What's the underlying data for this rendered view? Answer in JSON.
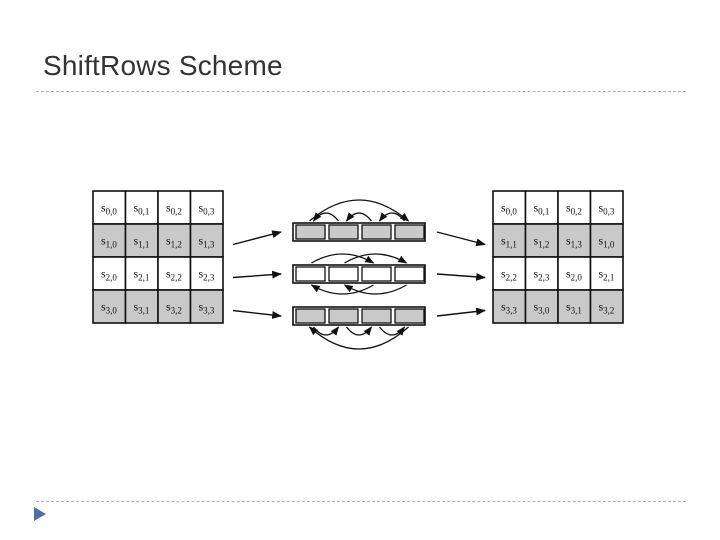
{
  "slide": {
    "title": "ShiftRows Scheme",
    "colors": {
      "title": "#333333",
      "rule": "#b3b3b3",
      "bullet": "#4f6fa8",
      "cell_shaded": "#c9c9c9",
      "cell_plain": "#ffffff",
      "stroke": "#111111"
    },
    "bullet_icon": "triangle-right-icon"
  },
  "diagram": {
    "input_state": {
      "rows": [
        [
          {
            "s": "s",
            "sub": "0,0"
          },
          {
            "s": "s",
            "sub": "0,1"
          },
          {
            "s": "s",
            "sub": "0,2"
          },
          {
            "s": "s",
            "sub": "0,3"
          }
        ],
        [
          {
            "s": "s",
            "sub": "1,0"
          },
          {
            "s": "s",
            "sub": "1,1"
          },
          {
            "s": "s",
            "sub": "1,2"
          },
          {
            "s": "s",
            "sub": "1,3"
          }
        ],
        [
          {
            "s": "s",
            "sub": "2,0"
          },
          {
            "s": "s",
            "sub": "2,1"
          },
          {
            "s": "s",
            "sub": "2,2"
          },
          {
            "s": "s",
            "sub": "2,3"
          }
        ],
        [
          {
            "s": "s",
            "sub": "3,0"
          },
          {
            "s": "s",
            "sub": "3,1"
          },
          {
            "s": "s",
            "sub": "3,2"
          },
          {
            "s": "s",
            "sub": "3,3"
          }
        ]
      ],
      "shaded_rows": [
        1,
        3
      ]
    },
    "output_state": {
      "rows": [
        [
          {
            "s": "s",
            "sub": "0,0"
          },
          {
            "s": "s",
            "sub": "0,1"
          },
          {
            "s": "s",
            "sub": "0,2"
          },
          {
            "s": "s",
            "sub": "0,3"
          }
        ],
        [
          {
            "s": "s",
            "sub": "1,1"
          },
          {
            "s": "s",
            "sub": "1,2"
          },
          {
            "s": "s",
            "sub": "1,3"
          },
          {
            "s": "s",
            "sub": "1,0"
          }
        ],
        [
          {
            "s": "s",
            "sub": "2,2"
          },
          {
            "s": "s",
            "sub": "2,3"
          },
          {
            "s": "s",
            "sub": "2,0"
          },
          {
            "s": "s",
            "sub": "2,1"
          }
        ],
        [
          {
            "s": "s",
            "sub": "3,3"
          },
          {
            "s": "s",
            "sub": "3,0"
          },
          {
            "s": "s",
            "sub": "3,1"
          },
          {
            "s": "s",
            "sub": "3,2"
          }
        ]
      ],
      "shaded_rows": [
        1,
        3
      ]
    },
    "shift_rows": [
      {
        "row": 1,
        "shift": 1,
        "shaded": true
      },
      {
        "row": 2,
        "shift": 2,
        "shaded": false
      },
      {
        "row": 3,
        "shift": 3,
        "shaded": true
      }
    ]
  }
}
